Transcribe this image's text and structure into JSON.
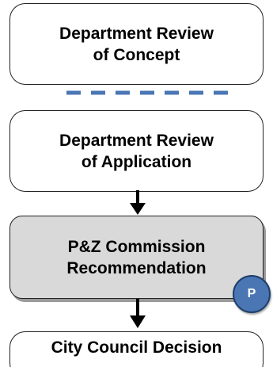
{
  "flow": {
    "steps": [
      {
        "label": "Department Review\nof Concept"
      },
      {
        "label": "Department Review\nof Application"
      },
      {
        "label": "P&Z Commission\nRecommendation"
      },
      {
        "label": "City Council Decision"
      }
    ],
    "badge": {
      "letter": "P",
      "color": "#4a76b4"
    },
    "colors": {
      "connector_dashed": "#4a76b4",
      "arrow": "#000000",
      "highlight_box": "#d9d9d9"
    }
  }
}
